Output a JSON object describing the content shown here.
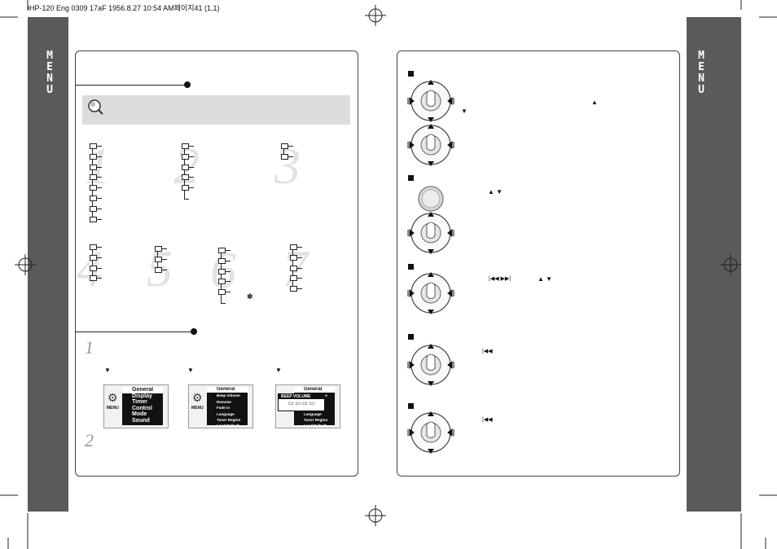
{
  "header": {
    "print_info": "iHP-120 Eng 0309 17aF  1956.8.27 10:54 AM페이지41 (1,1)"
  },
  "side_tab": {
    "left": "MENU",
    "right": "MENU"
  },
  "left_panel": {
    "tree_numbers": [
      "1",
      "2",
      "3",
      "4",
      "5",
      "6",
      "7"
    ],
    "steps": [
      "1",
      "2"
    ],
    "down_arrows": [
      "▼",
      "▼",
      "▼"
    ],
    "star": "✽"
  },
  "right_panel": {
    "arrows": {
      "up": "▲",
      "down": "▼",
      "updown": "▲ ▼",
      "prev_next": "|◀◀  ▶▶|",
      "prev": "|◀◀"
    }
  },
  "lcd": {
    "menu_label": "MENU",
    "main_menu": [
      "General",
      "Display",
      "Timer",
      "Control",
      "Mode",
      "Sound"
    ],
    "general_title": "General",
    "general_items": [
      "Beep Volume",
      "Resume",
      "Fade in",
      "Language",
      "Tuner Region",
      "Load Default"
    ],
    "popup_title": "BEEP VOLUME",
    "popup_values": "▭ ▭  ▭ ▭"
  },
  "colors": {
    "side": "#5a5a5a",
    "note": "#dcdcdc"
  }
}
